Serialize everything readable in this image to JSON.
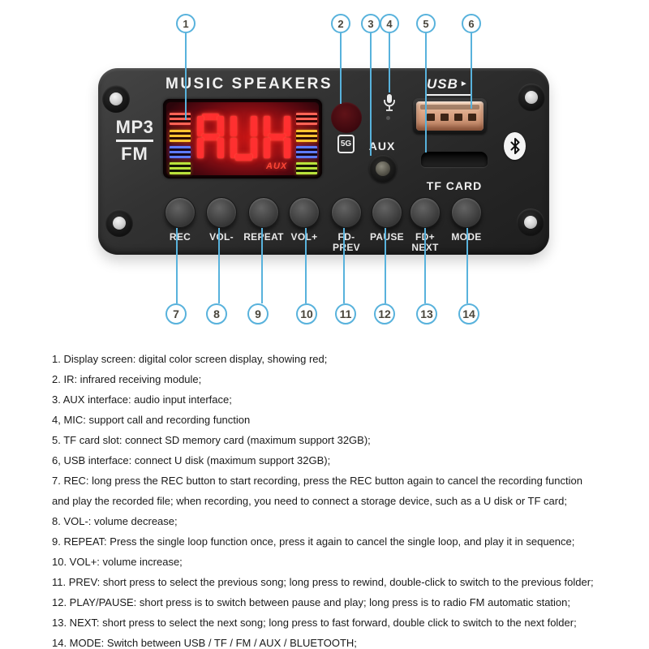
{
  "board": {
    "title": "MUSIC SPEAKERS",
    "mp3": "MP3",
    "fm": "FM",
    "display": {
      "text": "AUX",
      "badge": "AUX"
    },
    "labels": {
      "aux": "AUX",
      "tf": "TF CARD",
      "usb_logo": "USB",
      "rec_badge": "5G"
    },
    "buttons": [
      {
        "label": "REC"
      },
      {
        "label": "VOL-"
      },
      {
        "label": "REPEAT"
      },
      {
        "label": "VOL+"
      },
      {
        "label": "FD-\nPREV"
      },
      {
        "label": "PAUSE"
      },
      {
        "label": "FD+\nNEXT"
      },
      {
        "label": "MODE"
      }
    ]
  },
  "callouts": {
    "top": [
      "1",
      "2",
      "3",
      "4",
      "5",
      "6"
    ],
    "bottom": [
      "7",
      "8",
      "9",
      "10",
      "11",
      "12",
      "13",
      "14"
    ]
  },
  "descriptions": [
    "1. Display screen: digital color screen display, showing red;",
    "2. IR: infrared receiving module;",
    "3. AUX interface: audio input interface;",
    "4, MIC: support call and recording function",
    "5. TF card slot: connect SD memory card (maximum support 32GB);",
    "6, USB interface: connect U disk (maximum support 32GB);",
    "7. REC: long press the REC button to start recording, press the REC button again to cancel the recording function",
    "and play the recorded file; when recording, you need to connect a storage device, such as a U disk or TF card;",
    "8. VOL-: volume decrease;",
    "9. REPEAT: Press the single loop function once, press it again to cancel the single loop, and play it in sequence;",
    "10. VOL+: volume increase;",
    "11. PREV: short press to select the previous song; long press to rewind, double-click to switch to the previous folder;",
    "12. PLAY/PAUSE: short press is to switch between pause and play; long press is to radio FM automatic station;",
    "13. NEXT: short press to select the next song; long press to fast forward, double click to switch to the next folder;",
    "14. MODE: Switch between USB / TF / FM / AUX / BLUETOOTH;"
  ],
  "colors": {
    "callout_blue": "#58b2dc",
    "led_red": "#ff3030",
    "board_gray": "#2e2e2e",
    "usb_copper": "#dba585",
    "spectrum": [
      "#ff6355",
      "#ffc431",
      "#5d7bff",
      "#b9e23b"
    ]
  }
}
